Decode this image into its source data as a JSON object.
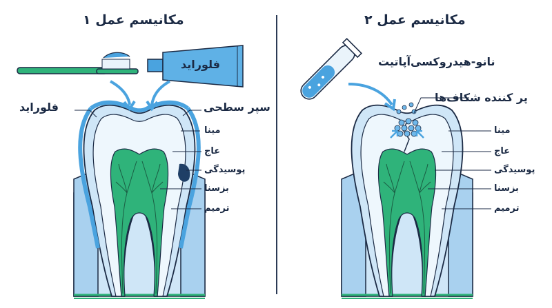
{
  "panel_left": {
    "title": "مکانیسم عمل ۱",
    "tube_label": "فلوراید",
    "fluoride_label": "فلوراید",
    "coating_label": "سپر سطحی",
    "labels": [
      "مینا",
      "عاج",
      "پوسیدگی",
      "بزسنا",
      "ترمیم"
    ]
  },
  "panel_right": {
    "title": "مکانیسم عمل ۲",
    "nano_label": "نانو-هیدروکسی‌آپاتیت",
    "crack_label": "پر کننده شکاف‌ها",
    "labels": [
      "مینا",
      "عاج",
      "پوسیدگی",
      "بزسنا",
      "ترمیم"
    ]
  },
  "colors": {
    "outline": "#1b2a44",
    "enamel": "#cfe6f7",
    "dentin": "#eef7fd",
    "gum": "#b9dbf2",
    "pulp": "#2fb37a",
    "coating": "#4aa3df",
    "decay": "#1f3f66",
    "bone": "#2fb37a"
  },
  "icons": [
    "toothbrush-icon",
    "toothpaste-tube-icon",
    "test-tube-icon"
  ]
}
